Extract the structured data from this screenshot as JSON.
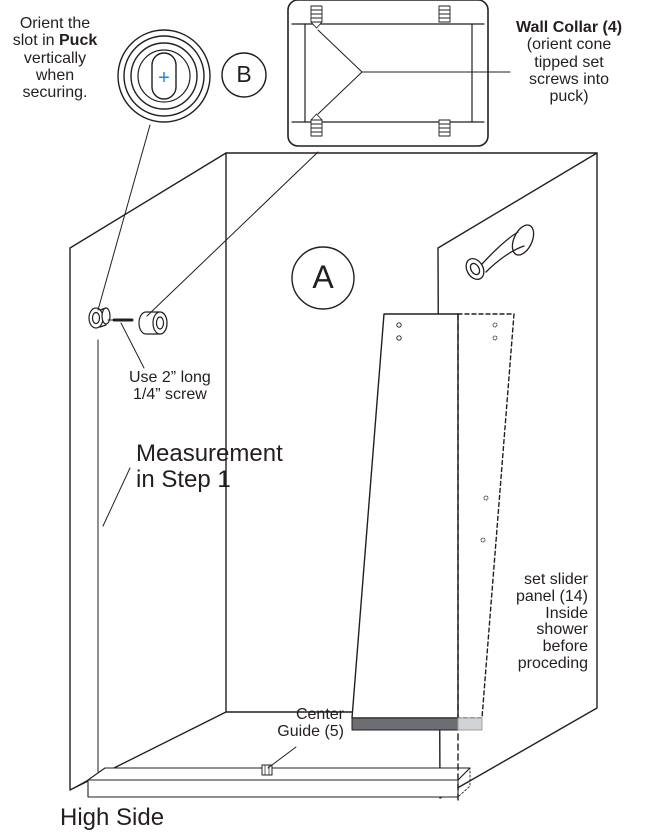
{
  "puck_note": {
    "line1": "Orient the",
    "line2_pre": "slot in ",
    "line2_bold": "Puck",
    "line3": "vertically",
    "line4": "when",
    "line5": "securing."
  },
  "callout_a": "A",
  "callout_b": "B",
  "puck_slot_symbol": "+",
  "wall_collar": {
    "title": "Wall Collar (4)",
    "line1": "(orient cone",
    "line2": "tipped set",
    "line3": "screws into",
    "line4": "puck)"
  },
  "screw_note": {
    "line1": "Use 2” long",
    "line2": "1/4” screw"
  },
  "measurement": {
    "line1": "Measurement",
    "line2": "in Step 1"
  },
  "slider_note": {
    "line1": "set slider",
    "line2": "panel (14)",
    "line3": "Inside",
    "line4": "shower",
    "line5": "before",
    "line6": "proceding"
  },
  "center_guide": {
    "line1": "Center",
    "line2": "Guide (5)"
  },
  "high_side": "High Side",
  "colors": {
    "line": "#231f20",
    "guide_dark": "#6d6e71",
    "guide_light": "#d1d3d4",
    "slot_symbol": "#1e88e5"
  }
}
